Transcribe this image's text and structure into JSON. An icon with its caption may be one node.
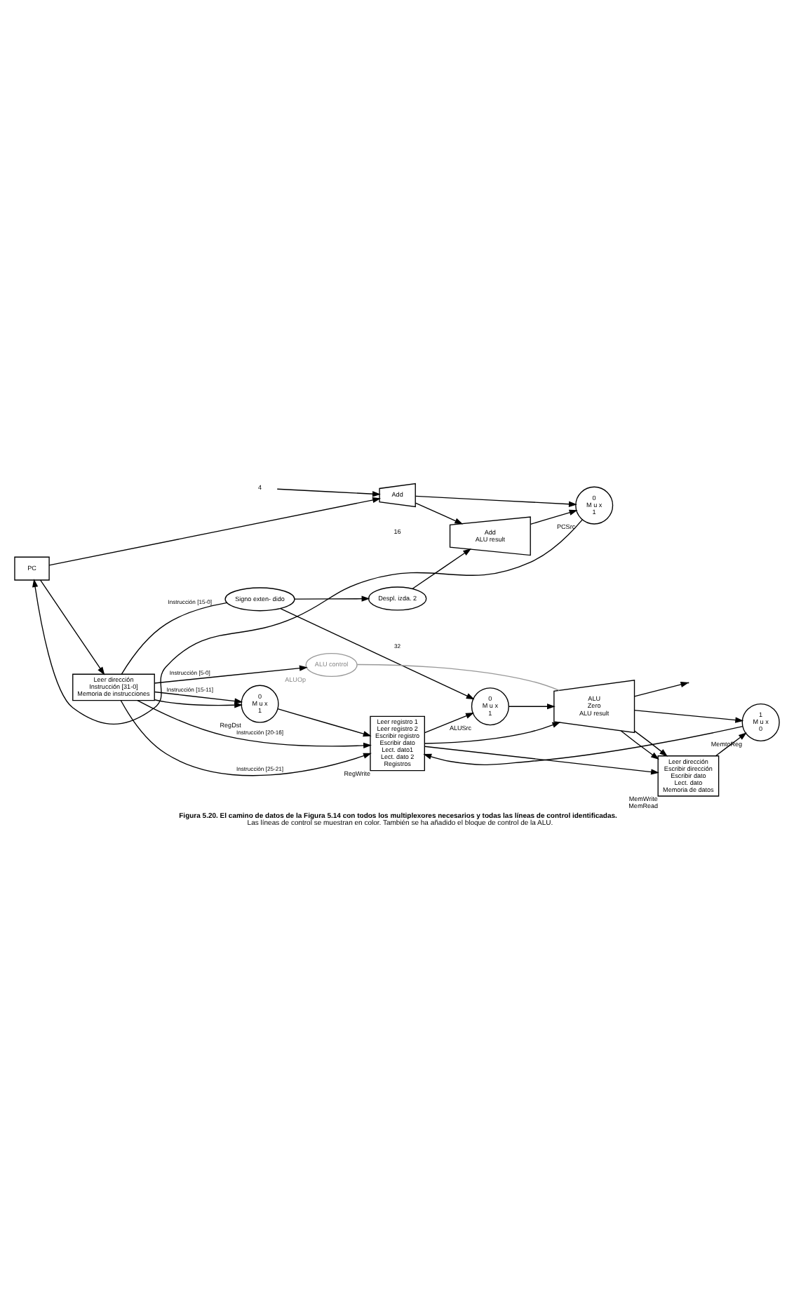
{
  "diagram": {
    "title": "Figura 5.20. El camino de datos de la Figura 5.14 con todos los multiplexores necesarios y todas las líneas de control identificadas.",
    "caption": "Las líneas de control se muestran en color. También se ha añadido el bloque de control de la ALU.",
    "nodes": [
      {
        "text": [
          "PC"
        ]
      },
      {
        "text": [
          "Add"
        ]
      },
      {
        "text": [
          "4"
        ]
      },
      {
        "text": [
          "Leer dirección",
          "Instrucción [31-0]",
          "Memoria de instrucciones"
        ]
      },
      {
        "text": [
          "Leer registro 1",
          "Leer registro 2",
          "Escribir registro",
          "Escribir dato",
          "Lect. dato1",
          "Lect. dato 2",
          "Registros"
        ],
        "beside": [
          "RegWrite"
        ]
      },
      {
        "text": [
          "0",
          "M u x",
          "1"
        ],
        "beside": [
          "RegDst"
        ]
      },
      {
        "text": [
          "Signo exten- dido"
        ]
      },
      {
        "text": [
          "Despl. izda. 2"
        ]
      },
      {
        "text": [
          "Add",
          "ALU result"
        ]
      },
      {
        "text": [
          "0",
          "M u x",
          "1"
        ],
        "beside": [
          "ALUSrc"
        ]
      },
      {
        "text": [
          "ALU",
          "Zero",
          "ALU result"
        ]
      },
      {
        "text": [
          "ALU control"
        ],
        "beside": [
          "ALUOp"
        ]
      },
      {
        "text": [
          "Leer dirección",
          "Escribir dirección",
          "Escribir dato",
          "Lect. dato",
          "Memoria de datos"
        ],
        "beside": [
          "MemWrite",
          "MemRead"
        ]
      },
      {
        "text": [
          "1",
          "M u x",
          "0"
        ],
        "beside": [
          "MemtoReg"
        ]
      },
      {
        "text": [
          "0",
          "M u x",
          "1"
        ],
        "beside": [
          "PCSrc"
        ]
      }
    ],
    "edges": [
      {
        "from": 0,
        "to": 3,
        "arrow": "to"
      },
      {
        "from": 0,
        "to": 1,
        "arrow": "to"
      },
      {
        "from": 2,
        "to": 1,
        "arrow": "to"
      },
      {
        "from": 1,
        "to": 14,
        "arrow": "to"
      },
      {
        "from": 1,
        "to": 8,
        "arrow": "to"
      },
      {
        "from": 3,
        "to": 4,
        "label": "Instrucción [25-21]",
        "arrow": "to"
      },
      {
        "from": 3,
        "to": 4,
        "label": "Instrucción [20-16]",
        "arrow": "to"
      },
      {
        "from": 3,
        "to": 5,
        "arrow": "to"
      },
      {
        "from": 3,
        "to": 5,
        "label": "Instrucción [15-11]",
        "arrow": "to"
      },
      {
        "from": 3,
        "to": 6,
        "label": "Instrucción [15-0]",
        "arrow": "none"
      },
      {
        "from": 3,
        "to": 11,
        "label": "Instrucción [5-0]",
        "arrow": "to"
      },
      {
        "from": 5,
        "to": 4,
        "arrow": "to"
      },
      {
        "from": 4,
        "to": 10,
        "arrow": "to"
      },
      {
        "from": 4,
        "to": 9,
        "arrow": "to"
      },
      {
        "from": 4,
        "to": 12,
        "arrow": "to"
      },
      {
        "from": 6,
        "to": 9,
        "label": "32",
        "arrow": "to"
      },
      {
        "from": 6,
        "to": 7,
        "arrow": "to"
      },
      {
        "from": 7,
        "to": 8,
        "arrow": "to"
      },
      {
        "from": 8,
        "to": 14,
        "arrow": "to"
      },
      {
        "from": 9,
        "to": 10,
        "arrow": "to"
      },
      {
        "from": 11,
        "to": 10,
        "arrow": "none",
        "color": "#999999"
      },
      {
        "from": 10,
        "to": null,
        "arrow": "to"
      },
      {
        "from": 10,
        "to": 12,
        "arrow": "to"
      },
      {
        "from": 10,
        "to": 12,
        "arrow": "to"
      },
      {
        "from": 10,
        "to": 13,
        "arrow": "to"
      },
      {
        "from": 12,
        "to": 13,
        "arrow": "to"
      },
      {
        "from": 13,
        "to": 4,
        "arrow": "to"
      },
      {
        "from": 14,
        "to": 0,
        "arrow": "to"
      }
    ],
    "labels": [
      "16"
    ]
  }
}
